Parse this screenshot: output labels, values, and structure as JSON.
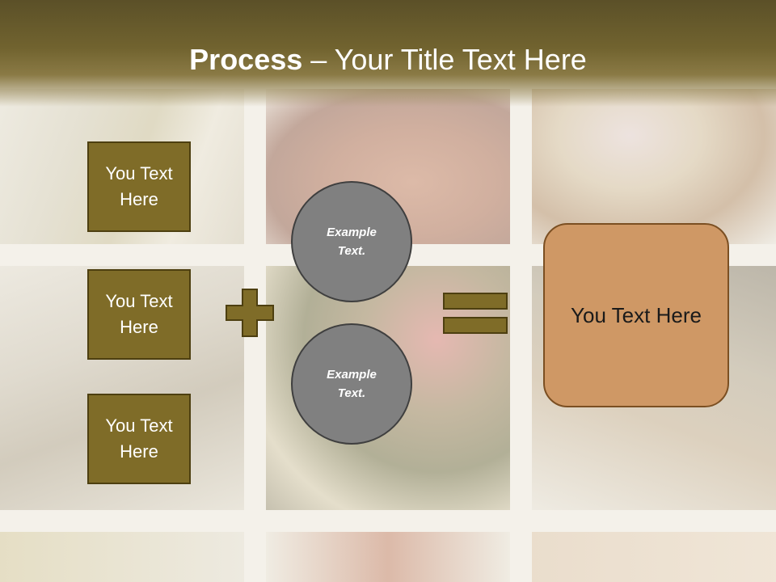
{
  "slide": {
    "title_bold": "Process",
    "title_rest": " – Your Title Text Here",
    "boxes": [
      {
        "label": "You Text Here"
      },
      {
        "label": "You Text Here"
      },
      {
        "label": "You Text Here"
      }
    ],
    "circles": [
      {
        "label": "Example Text."
      },
      {
        "label": "Example Text."
      }
    ],
    "result_label": "You Text Here",
    "colors": {
      "header": "#6e602d",
      "box_fill": "#7f6c28",
      "circle_fill": "#808080",
      "result_fill": "#cf9865"
    }
  }
}
